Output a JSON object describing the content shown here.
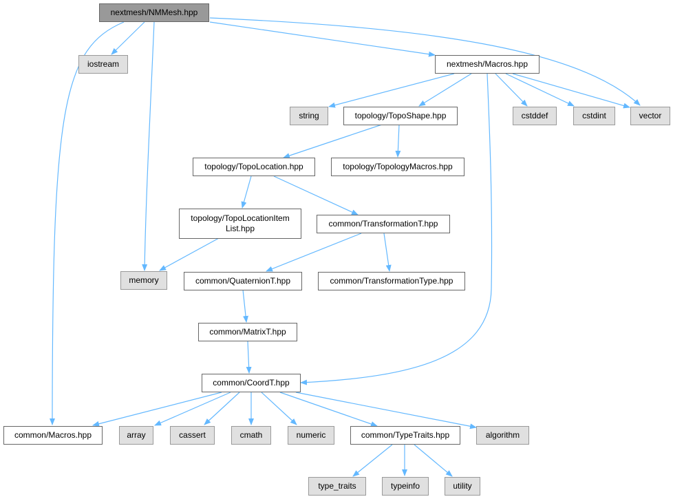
{
  "colors": {
    "edge": "#63b8ff",
    "root_fill": "#999999",
    "sys_fill": "#e0e0e0",
    "file_fill": "#ffffff"
  },
  "nodes": {
    "nmmesh": "nextmesh/NMMesh.hpp",
    "iostream": "iostream",
    "macros_hpp": "nextmesh/Macros.hpp",
    "vector": "vector",
    "string": "string",
    "toposhape": "topology/TopoShape.hpp",
    "cstddef": "cstddef",
    "cstdint": "cstdint",
    "topolocation": "topology/TopoLocation.hpp",
    "topologymacros": "topology/TopologyMacros.hpp",
    "topolocationitemlist": "topology/TopoLocationItem\nList.hpp",
    "transformationt": "common/TransformationT.hpp",
    "memory": "memory",
    "quaterniont": "common/QuaternionT.hpp",
    "transformationtype": "common/TransformationType.hpp",
    "matrixt": "common/MatrixT.hpp",
    "coordt": "common/CoordT.hpp",
    "common_macros": "common/Macros.hpp",
    "array": "array",
    "cassert": "cassert",
    "cmath": "cmath",
    "numeric": "numeric",
    "typetraits": "common/TypeTraits.hpp",
    "algorithm": "algorithm",
    "type_traits": "type_traits",
    "typeinfo": "typeinfo",
    "utility": "utility"
  }
}
